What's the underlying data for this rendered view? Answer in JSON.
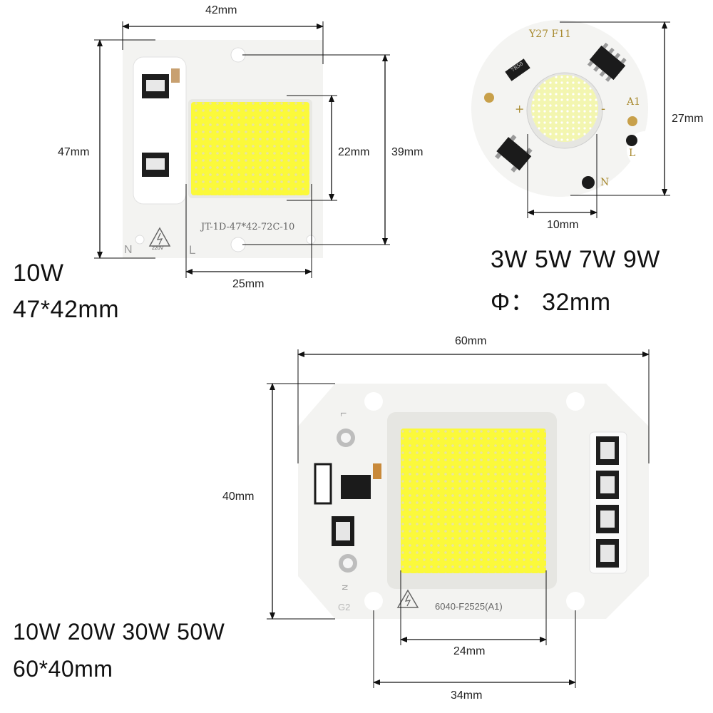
{
  "module_10w": {
    "dim_width": "42mm",
    "dim_height": "47mm",
    "dim_chip_height": "22mm",
    "dim_hole_spacing": "39mm",
    "dim_chip_width": "25mm",
    "pcb_code": "JT-1D-47*42-72C-10",
    "terminal_n": "N",
    "terminal_l": "L",
    "warning_voltage": "220V",
    "caption_power": "10W",
    "caption_size": "47*42mm"
  },
  "module_round": {
    "dim_height": "27mm",
    "dim_chip": "10mm",
    "pcb_code": "Y27 F11",
    "resistor_code": "7R50",
    "plus_sign": "+",
    "minus_sign": "-",
    "label_a1": "A1",
    "terminal_l": "L",
    "terminal_n": "N",
    "caption_power": "3W 5W 7W 9W",
    "caption_diameter": "Φ： 32mm"
  },
  "module_large": {
    "dim_width": "60mm",
    "dim_height": "40mm",
    "dim_chip_width": "24mm",
    "dim_hole_spacing": "34mm",
    "pcb_code": "6040-F2525(A1)",
    "terminal_l": "L",
    "terminal_n": "N",
    "label_g2": "G2",
    "caption_power": "10W 20W 30W 50W",
    "caption_size": "60*40mm"
  },
  "colors": {
    "board": "#f4f4f2",
    "chip_yellow": "#fbf93a",
    "chip_round": "#f3f6b0",
    "component_black": "#1b1b1b",
    "line": "#111111"
  }
}
